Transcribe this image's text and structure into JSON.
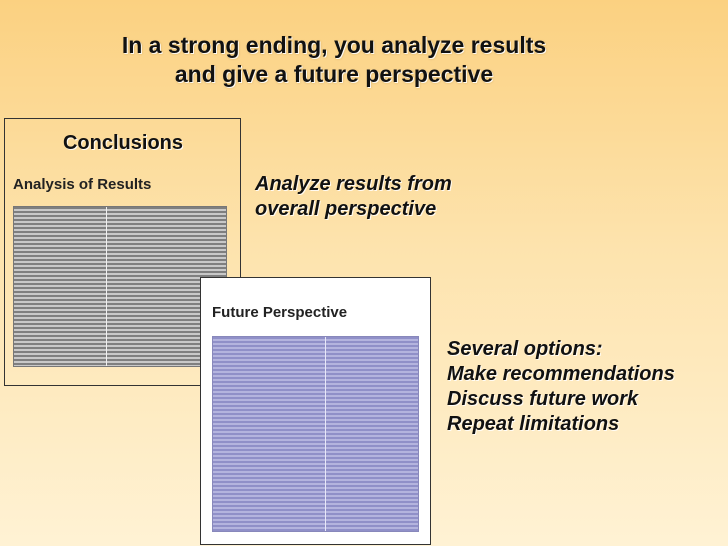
{
  "slide": {
    "title_lines": [
      "In a strong ending, you analyze results",
      "and give a future perspective"
    ],
    "conclusions_card": {
      "heading": "Conclusions",
      "sub_label": "Analysis of Results"
    },
    "future_card": {
      "sub_label": "Future Perspective"
    },
    "note_analysis": [
      "Analyze results from",
      "overall perspective"
    ],
    "note_future": [
      "Several options:",
      "Make recommendations",
      "Discuss future work",
      "Repeat limitations"
    ]
  },
  "colors": {
    "background_top": "#fbd181",
    "background_bottom": "#fff2d4",
    "thumbnail_gray": "#7f7f7f",
    "thumbnail_blue": "#9090c8"
  }
}
